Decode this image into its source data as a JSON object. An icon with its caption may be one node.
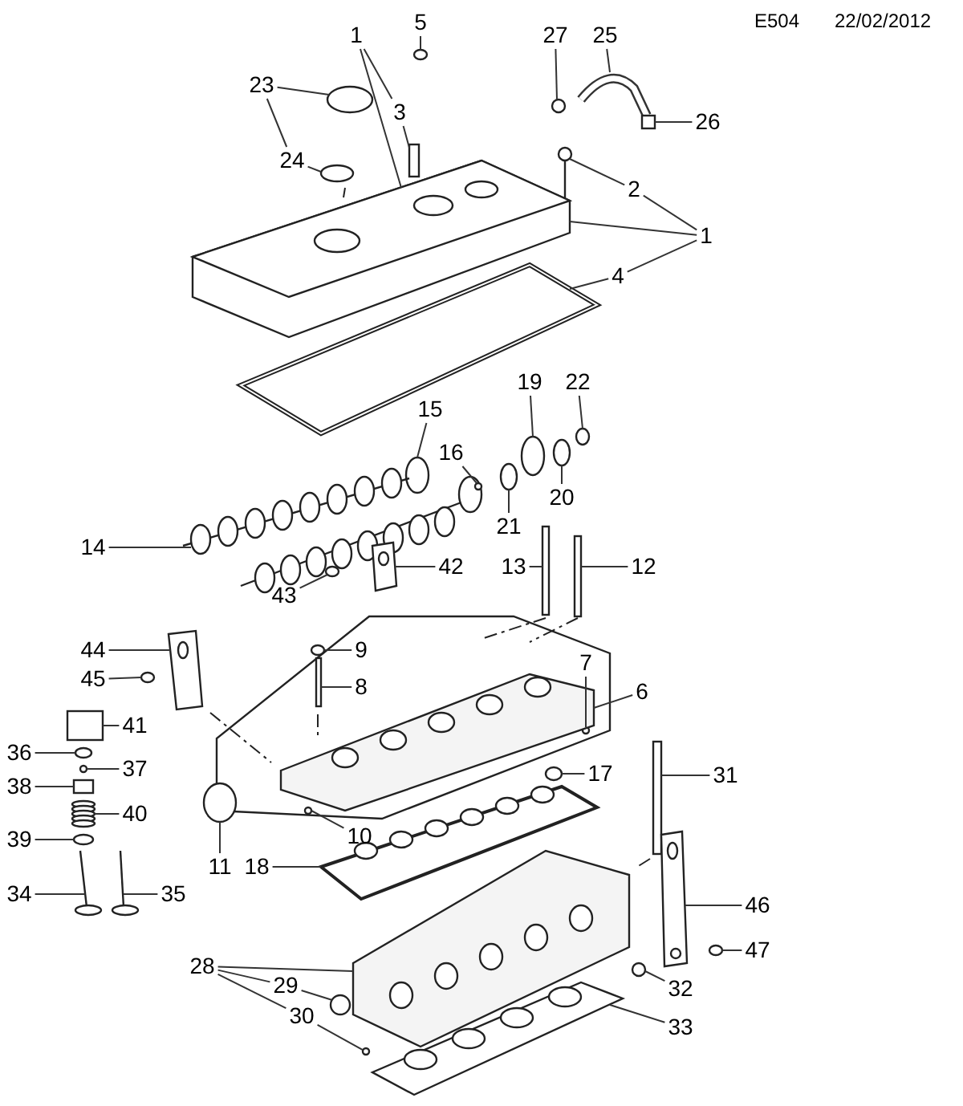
{
  "diagram": {
    "nodes": [
      {
        "text": [
          "1"
        ]
      },
      {
        "text": [
          "5"
        ]
      },
      {
        "text": [
          "3"
        ]
      },
      {
        "text": [
          "23"
        ]
      },
      {
        "text": [
          "24"
        ]
      },
      {
        "text": [
          "27"
        ]
      },
      {
        "text": [
          "25"
        ]
      },
      {
        "text": [
          "26"
        ]
      },
      {
        "text": [
          "2"
        ]
      },
      {
        "text": [
          "1"
        ]
      },
      {
        "text": [
          "4"
        ]
      },
      {
        "text": [
          "19"
        ]
      },
      {
        "text": [
          "22"
        ]
      },
      {
        "text": [
          "15"
        ]
      },
      {
        "text": [
          "16"
        ]
      },
      {
        "text": [
          "20"
        ]
      },
      {
        "text": [
          "21"
        ]
      },
      {
        "text": [
          "14"
        ]
      },
      {
        "text": [
          "42"
        ]
      },
      {
        "text": [
          "13"
        ]
      },
      {
        "text": [
          "12"
        ]
      },
      {
        "text": [
          "43"
        ]
      },
      {
        "text": [
          "44"
        ]
      },
      {
        "text": [
          "9"
        ]
      },
      {
        "text": [
          "45"
        ]
      },
      {
        "text": [
          "8"
        ]
      },
      {
        "text": [
          "7"
        ]
      },
      {
        "text": [
          "6"
        ]
      },
      {
        "text": [
          "41"
        ]
      },
      {
        "text": [
          "36"
        ]
      },
      {
        "text": [
          "37"
        ]
      },
      {
        "text": [
          "31"
        ]
      },
      {
        "text": [
          "17"
        ]
      },
      {
        "text": [
          "38"
        ]
      },
      {
        "text": [
          "40"
        ]
      },
      {
        "text": [
          "39"
        ]
      },
      {
        "text": [
          "10"
        ]
      },
      {
        "text": [
          "11"
        ]
      },
      {
        "text": [
          "18"
        ]
      },
      {
        "text": [
          "34"
        ]
      },
      {
        "text": [
          "35"
        ]
      },
      {
        "text": [
          "46"
        ]
      },
      {
        "text": [
          "47"
        ]
      },
      {
        "text": [
          "28"
        ]
      },
      {
        "text": [
          "29"
        ]
      },
      {
        "text": [
          "32"
        ]
      },
      {
        "text": [
          "30"
        ]
      },
      {
        "text": [
          "33"
        ]
      },
      {
        "text": [],
        "shape": "picture"
      },
      {
        "text": [],
        "shape": "circle"
      },
      {
        "text": [],
        "shape": "box"
      },
      {
        "text": [],
        "shape": "circle"
      },
      {
        "text": [],
        "shape": "circle"
      },
      {
        "text": [],
        "shape": "circle"
      },
      {
        "text": [],
        "shape": "picture"
      },
      {
        "text": [],
        "shape": "box"
      },
      {
        "text": [],
        "shape": "picture"
      },
      {
        "text": [],
        "shape": "picture"
      },
      {
        "text": [],
        "shape": "circle"
      },
      {
        "text": [],
        "shape": "circle"
      },
      {
        "text": [],
        "shape": "circle"
      },
      {
        "text": [],
        "shape": "circle"
      },
      {
        "text": [],
        "shape": "circle"
      },
      {
        "text": [],
        "shape": "circle"
      },
      {
        "text": [],
        "shape": "picture"
      },
      {
        "text": [],
        "shape": "picture"
      },
      {
        "text": [],
        "shape": "box"
      },
      {
        "text": [],
        "shape": "box"
      },
      {
        "text": [],
        "shape": "circle"
      },
      {
        "text": [],
        "shape": "picture"
      },
      {
        "text": [],
        "shape": "circle"
      },
      {
        "text": [],
        "shape": "circle"
      },
      {
        "text": [],
        "shape": "box"
      },
      {
        "text": [],
        "shape": "circle"
      },
      {
        "text": [],
        "shape": "picture"
      },
      {
        "text": [],
        "shape": "circle"
      },
      {
        "text": [],
        "shape": "box"
      },
      {
        "text": [],
        "shape": "circle"
      },
      {
        "text": [],
        "shape": "circle"
      },
      {
        "text": [],
        "shape": "box"
      },
      {
        "text": [],
        "shape": "picture"
      },
      {
        "text": [],
        "shape": "circle"
      },
      {
        "text": [],
        "shape": "picture"
      },
      {
        "text": [],
        "shape": "picture"
      },
      {
        "text": [],
        "shape": "box"
      },
      {
        "text": [],
        "shape": "circle"
      },
      {
        "text": [],
        "shape": "circle"
      },
      {
        "text": [],
        "shape": "picture"
      },
      {
        "text": [],
        "shape": "picture"
      },
      {
        "text": [],
        "shape": "circle"
      },
      {
        "text": [],
        "shape": "picture"
      },
      {
        "text": [],
        "shape": "circle"
      },
      {
        "text": [],
        "shape": "circle"
      },
      {
        "text": [],
        "shape": "circle"
      },
      {
        "text": [],
        "shape": "picture"
      }
    ],
    "edges": [
      {
        "from": 0,
        "to": 48,
        "arrow": "none"
      },
      {
        "from": 0,
        "to": 2,
        "arrow": "none"
      },
      {
        "from": 1,
        "to": 49,
        "arrow": "none"
      },
      {
        "from": 2,
        "to": 50,
        "arrow": "none"
      },
      {
        "from": 3,
        "to": 51,
        "arrow": "none"
      },
      {
        "from": 3,
        "to": 4,
        "arrow": "none"
      },
      {
        "from": 4,
        "to": 52,
        "arrow": "none"
      },
      {
        "from": 5,
        "to": 53,
        "arrow": "none"
      },
      {
        "from": 6,
        "to": 54,
        "arrow": "none"
      },
      {
        "from": 7,
        "to": 55,
        "arrow": "none"
      },
      {
        "from": 8,
        "to": 56,
        "arrow": "none"
      },
      {
        "from": 9,
        "to": 48,
        "arrow": "none"
      },
      {
        "from": 9,
        "to": 8,
        "arrow": "none"
      },
      {
        "from": 9,
        "to": 10,
        "arrow": "none"
      },
      {
        "from": 10,
        "to": 57,
        "arrow": "none"
      },
      {
        "from": 11,
        "to": 58,
        "arrow": "none"
      },
      {
        "from": 12,
        "to": 59,
        "arrow": "none"
      },
      {
        "from": 13,
        "to": 60,
        "arrow": "none"
      },
      {
        "from": 14,
        "to": 61,
        "arrow": "none"
      },
      {
        "from": 15,
        "to": 62,
        "arrow": "none"
      },
      {
        "from": 16,
        "to": 63,
        "arrow": "none"
      },
      {
        "from": 17,
        "to": 64,
        "arrow": "none"
      },
      {
        "from": 18,
        "to": 65,
        "arrow": "none"
      },
      {
        "from": 19,
        "to": 66,
        "arrow": "none"
      },
      {
        "from": 20,
        "to": 67,
        "arrow": "none"
      },
      {
        "from": 21,
        "to": 68,
        "arrow": "none"
      },
      {
        "from": 22,
        "to": 69,
        "arrow": "none"
      },
      {
        "from": 23,
        "to": 70,
        "arrow": "none"
      },
      {
        "from": 24,
        "to": 71,
        "arrow": "none"
      },
      {
        "from": 25,
        "to": 72,
        "arrow": "none"
      },
      {
        "from": 26,
        "to": 73,
        "arrow": "none"
      },
      {
        "from": 27,
        "to": 74,
        "arrow": "none"
      },
      {
        "from": 28,
        "to": 76,
        "arrow": "none"
      },
      {
        "from": 29,
        "to": 77,
        "arrow": "none"
      },
      {
        "from": 30,
        "to": 78,
        "arrow": "none"
      },
      {
        "from": 31,
        "to": 84,
        "arrow": "none"
      },
      {
        "from": 32,
        "to": 85,
        "arrow": "none"
      },
      {
        "from": 33,
        "to": 79,
        "arrow": "none"
      },
      {
        "from": 34,
        "to": 80,
        "arrow": "none"
      },
      {
        "from": 35,
        "to": 81,
        "arrow": "none"
      },
      {
        "from": 36,
        "to": 75,
        "arrow": "none"
      },
      {
        "from": 37,
        "to": 86,
        "arrow": "none"
      },
      {
        "from": 38,
        "to": 87,
        "arrow": "none"
      },
      {
        "from": 39,
        "to": 82,
        "arrow": "none"
      },
      {
        "from": 40,
        "to": 83,
        "arrow": "none"
      },
      {
        "from": 41,
        "to": 88,
        "arrow": "none"
      },
      {
        "from": 42,
        "to": 89,
        "arrow": "none"
      },
      {
        "from": 43,
        "to": 90,
        "arrow": "none"
      },
      {
        "from": 43,
        "to": 44,
        "arrow": "none"
      },
      {
        "from": 43,
        "to": 46,
        "arrow": "none"
      },
      {
        "from": 44,
        "to": 91,
        "arrow": "none"
      },
      {
        "from": 45,
        "to": 92,
        "arrow": "none"
      },
      {
        "from": 46,
        "to": 93,
        "arrow": "none"
      },
      {
        "from": 47,
        "to": 94,
        "arrow": "none"
      }
    ],
    "labels": [
      "E504",
      "22/02/2012"
    ]
  }
}
